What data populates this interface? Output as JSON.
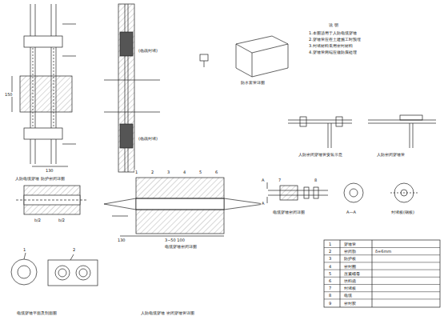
{
  "diagram": {
    "labels": [
      "人防电缆穿墙  防护密闭详图",
      "(临战封堵)",
      "(临战封堵)",
      "防水套管详图",
      "说  明",
      "1.本图适用于人防电缆穿墙",
      "2.穿墙管应在土建施工时预埋",
      "3.封堵材料采用密封材料",
      "4.穿墙管两端应做防腐处理",
      "人防密闭穿墙管安装示意",
      "人防密闭穿墙管",
      "电缆穿墙密闭详图",
      "电缆穿墙密闭详图",
      "A—A",
      "封堵板(钢板)",
      "电缆穿墙平面及剖面图",
      "人防电缆穿墙  密闭穿墙管详图",
      "130",
      "150",
      "130",
      "3~50 100",
      "b/2",
      "b/2",
      "A",
      "A",
      "1",
      "2",
      "3",
      "4",
      "5",
      "6",
      "7",
      "8",
      "1",
      "2",
      "1",
      "穿墙管",
      "2",
      "密闭肋",
      "δ=6mm",
      "3",
      "防护板",
      "4",
      "密封圈",
      "5",
      "压紧螺母",
      "6",
      "填料函",
      "7",
      "封堵板",
      "8",
      "电缆",
      "9",
      "密封胶"
    ]
  }
}
